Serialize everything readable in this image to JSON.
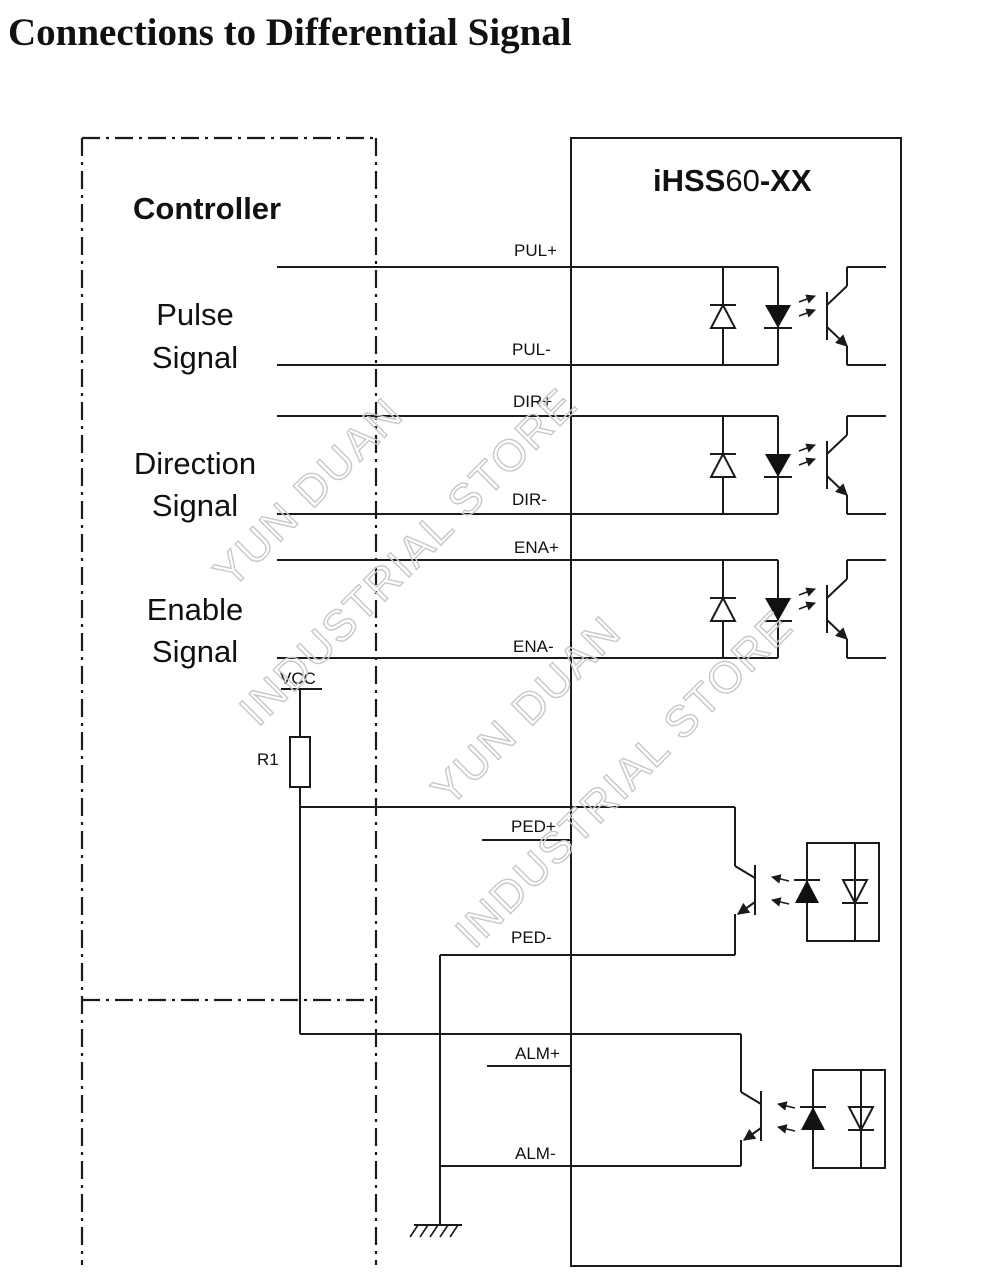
{
  "title": "Connections to Differential Signal",
  "controller": {
    "label": "Controller",
    "groups": [
      {
        "line1": "Pulse",
        "line2": "Signal"
      },
      {
        "line1": "Direction",
        "line2": "Signal"
      },
      {
        "line1": "Enable",
        "line2": "Signal"
      }
    ],
    "vcc": "VCC",
    "resistor": "R1"
  },
  "driver": {
    "model_prefix": "iHSS",
    "model_num": "60",
    "model_suffix": "-XX"
  },
  "inputs": [
    {
      "plus": "PUL+",
      "minus": "PUL-"
    },
    {
      "plus": "DIR+",
      "minus": "DIR-"
    },
    {
      "plus": "ENA+",
      "minus": "ENA-"
    }
  ],
  "outputs": [
    {
      "plus": "PED+",
      "minus": "PED-"
    },
    {
      "plus": "ALM+",
      "minus": "ALM-"
    }
  ],
  "watermarks": [
    "YUN DUAN",
    "INDUSTRIAL STORE",
    "YUN DUAN",
    "INDUSTRIAL STORE"
  ]
}
